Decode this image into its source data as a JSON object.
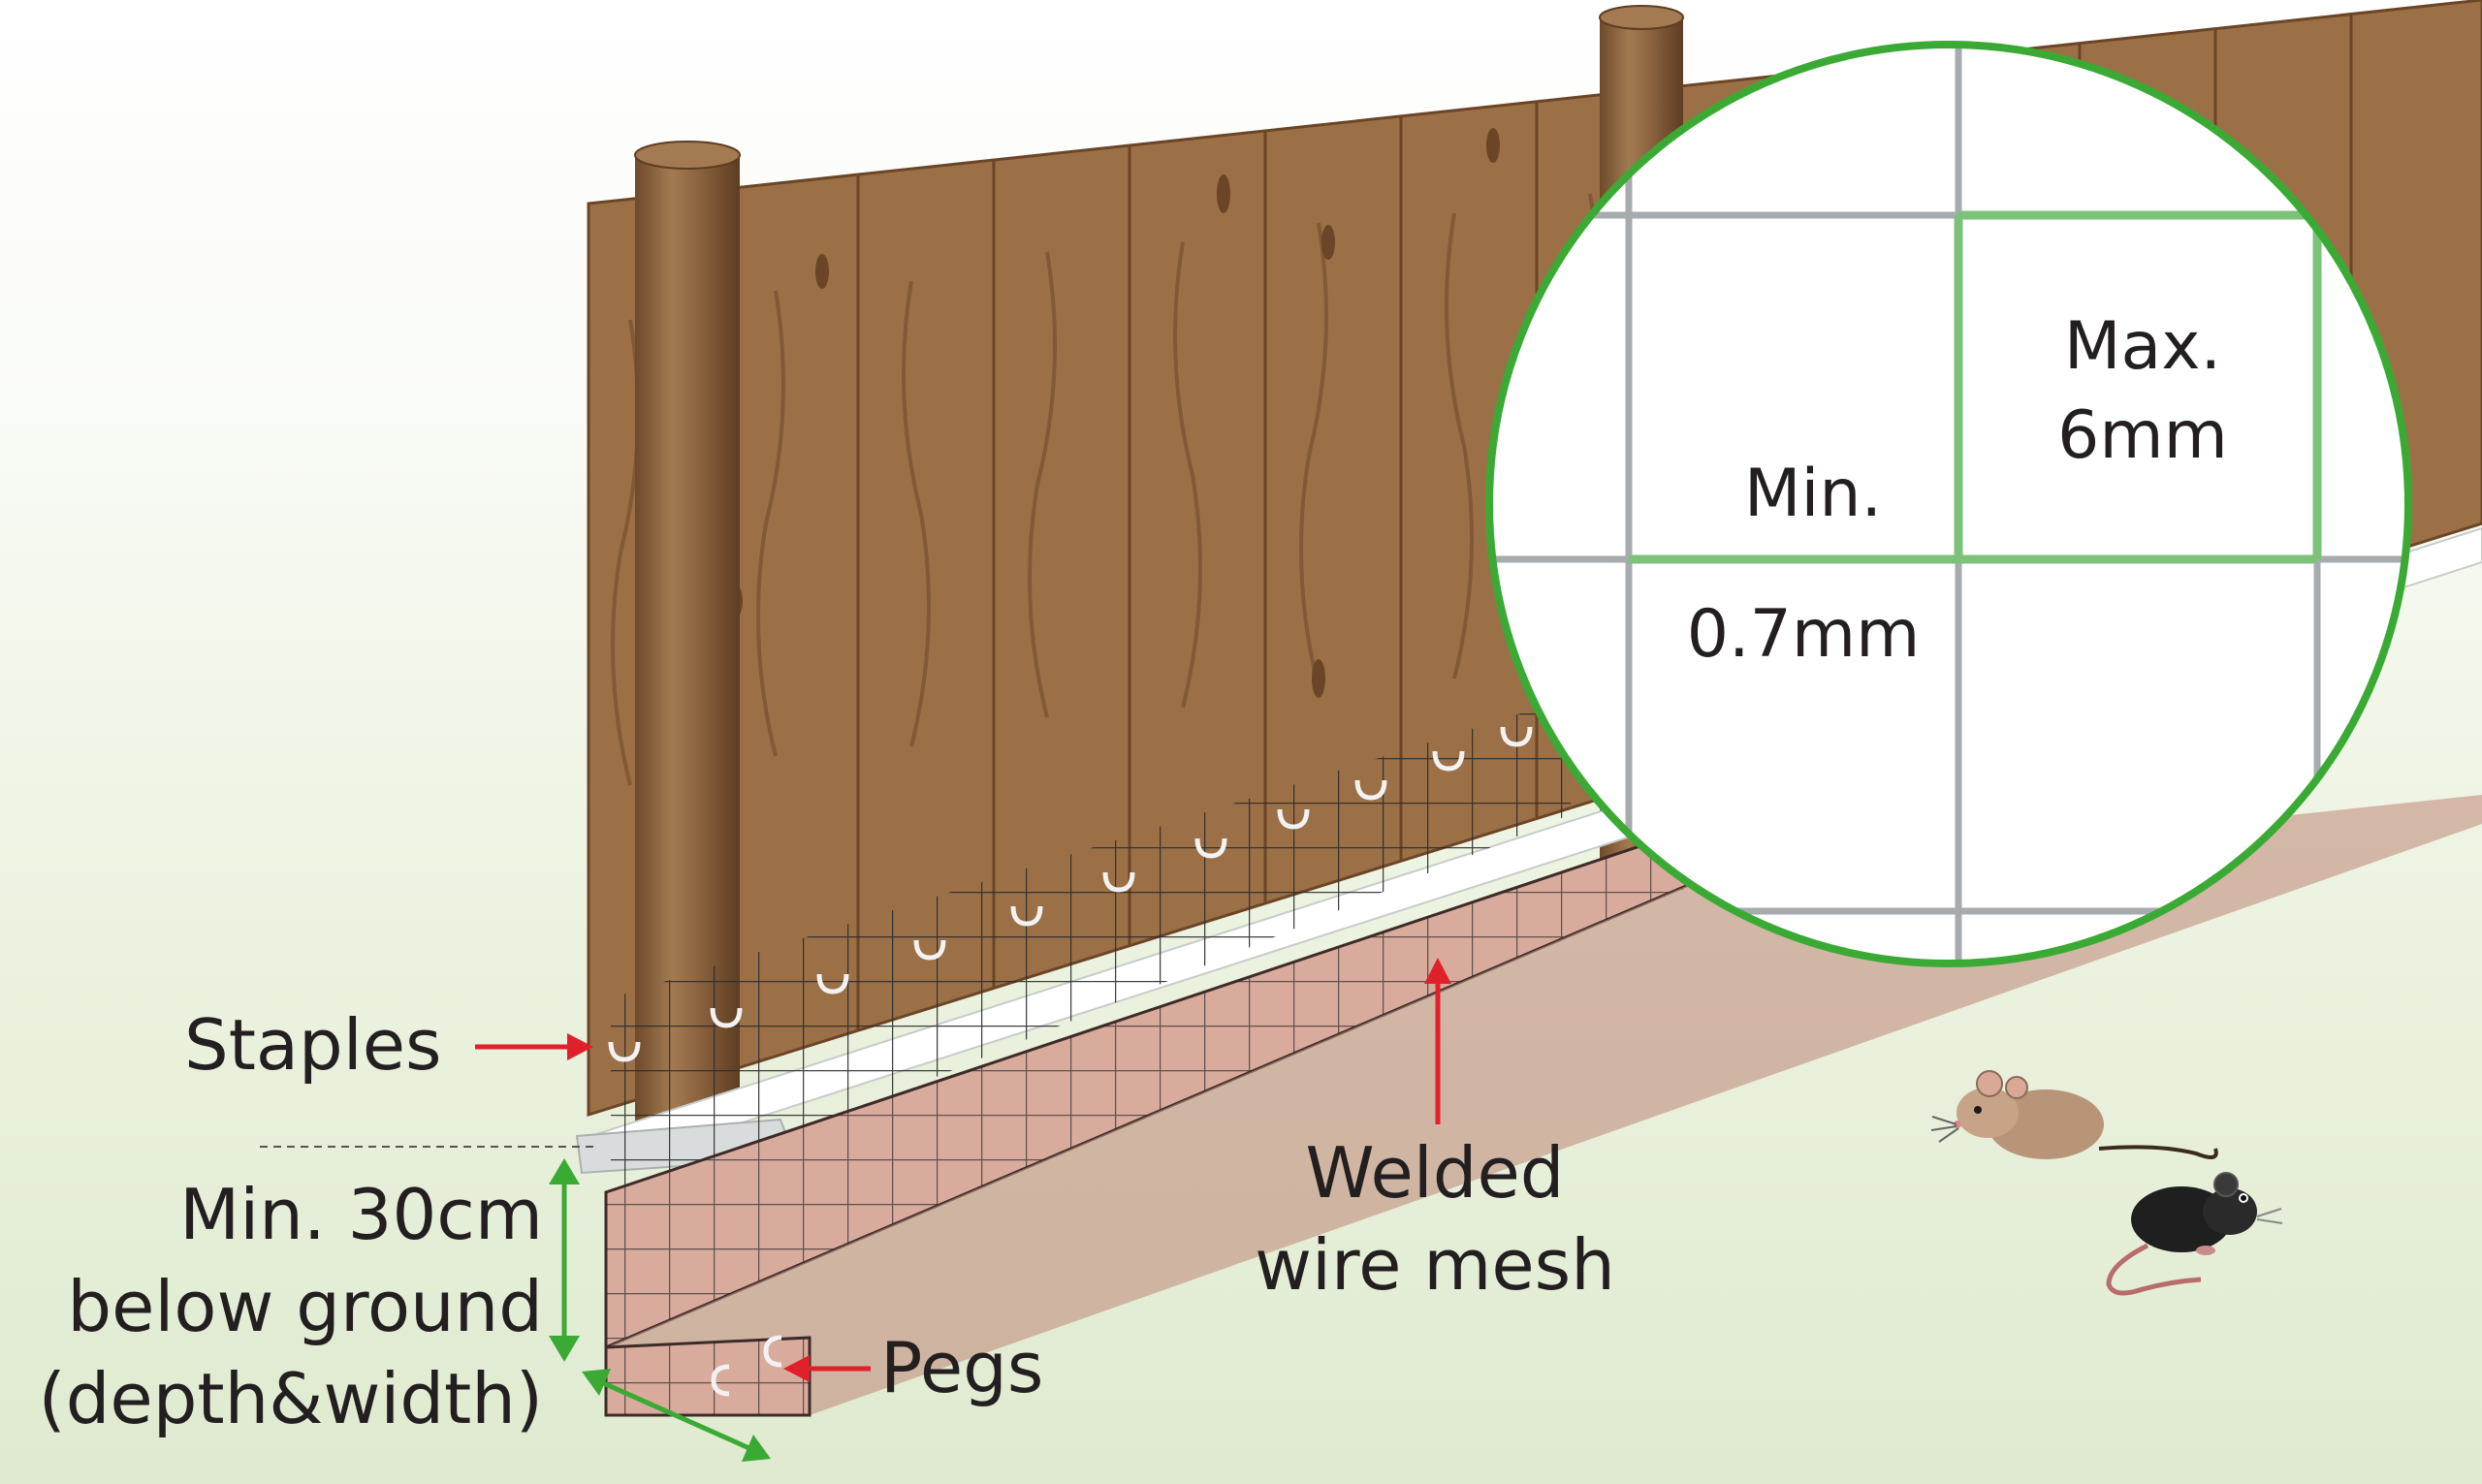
{
  "labels": {
    "staples": "Staples",
    "pegs": "Pegs",
    "depth_line1": "Min. 30cm",
    "depth_line2": "below ground",
    "depth_line3": "(depth&width)",
    "mesh_line1": "Welded",
    "mesh_line2": "wire mesh"
  },
  "zoom": {
    "max_line1": "Max.",
    "max_line2": "6mm",
    "min_line1": "Min.",
    "min_line2": "0.7mm"
  },
  "colors": {
    "wood": "#9c7047",
    "wood_dark": "#6b4526",
    "arrow_red": "#e0202a",
    "arrow_green": "#3aaa35",
    "zoom_border": "#3aaa35",
    "mesh_wire": "#8a8f94",
    "skirt": "#d9ab9d",
    "text": "#231f20"
  },
  "icons": [
    "brown-mouse-icon",
    "black-mouse-icon"
  ]
}
